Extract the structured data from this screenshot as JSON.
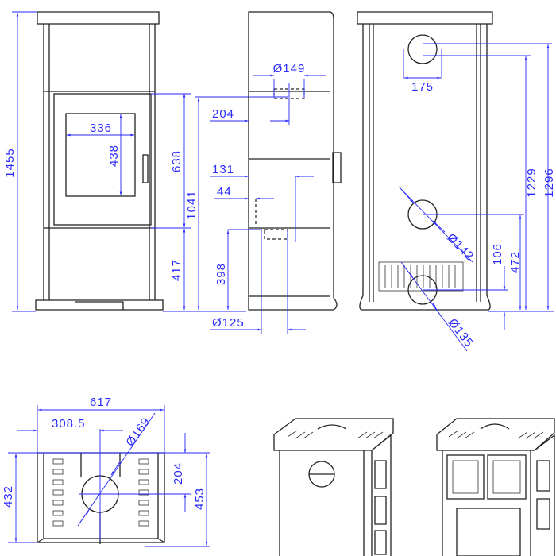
{
  "title": "Stove dimension drawing",
  "colors": {
    "dimension": "#2a2aff",
    "outline": "#222222"
  },
  "front_view": {
    "height_total": "1455",
    "upper_height": "638",
    "flue_height": "1041",
    "lower_height": "417",
    "glass_width": "336",
    "glass_height": "438"
  },
  "side_view": {
    "flue_diameter": "Ø149",
    "flue_offset": "204",
    "dist_131": "131",
    "dist_44": "44",
    "air_inlet_height": "398",
    "air_inlet_diameter": "Ø125"
  },
  "back_view": {
    "flue_spacing": "175",
    "height_1229": "1229",
    "height_1296": "1296",
    "height_472": "472",
    "height_106": "106",
    "rear_flue_diameter": "Ø142",
    "air_diameter": "Ø135"
  },
  "plan_view": {
    "width": "617",
    "half_width": "308.5",
    "top_flue_diameter": "Ø169",
    "depth": "432",
    "flue_depth": "204",
    "total_depth": "453"
  }
}
